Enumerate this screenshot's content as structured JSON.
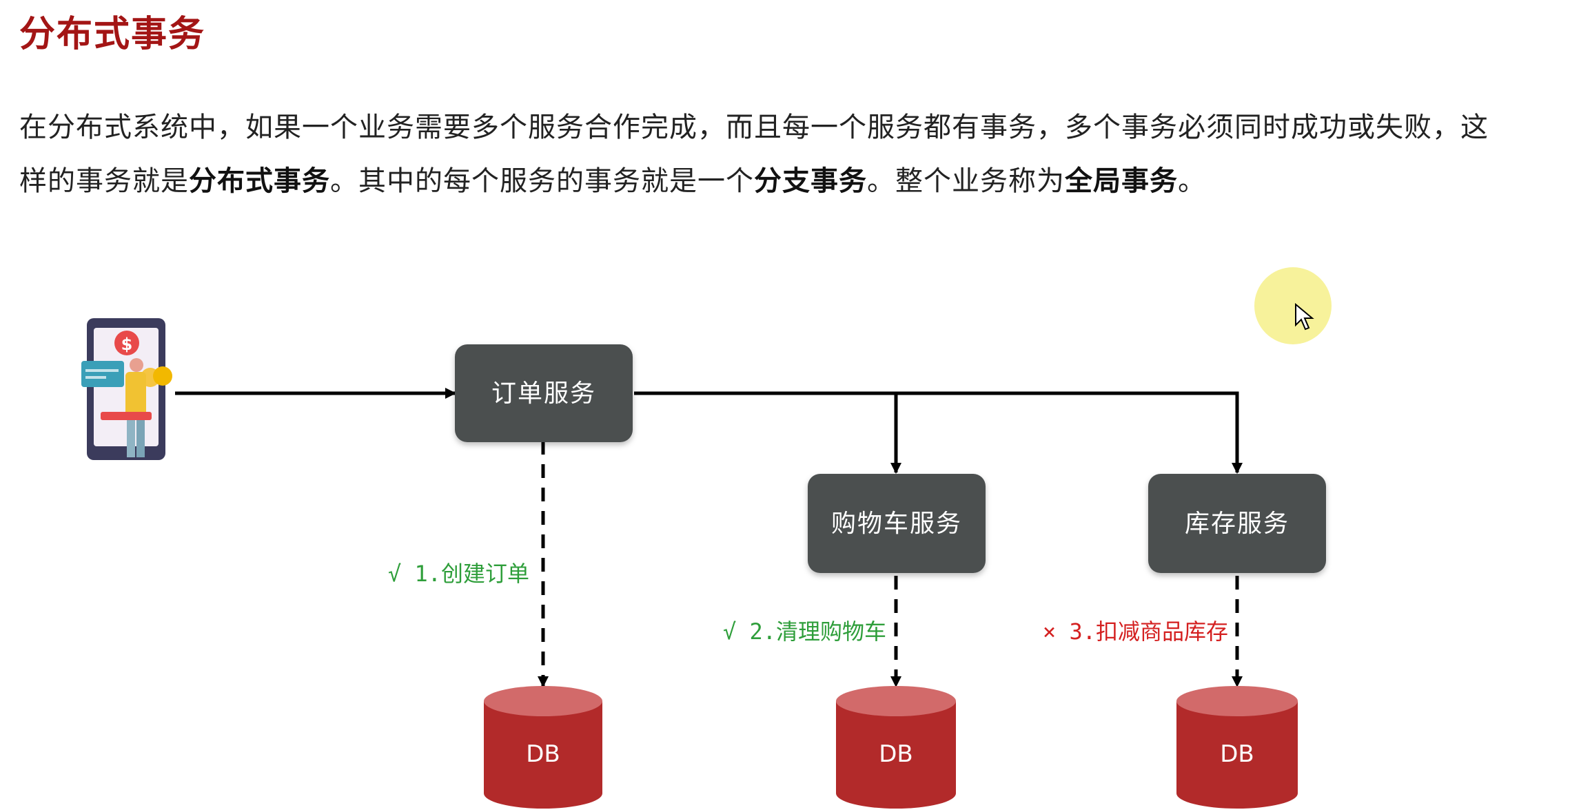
{
  "title": "分布式事务",
  "intro": {
    "line1": "在分布式系统中，如果一个业务需要多个服务合作完成，而且每一个服务都有事务，多个事务必须同时成功或失败，这",
    "line2_a": "样的事务就是",
    "term_distributed": "分布式事务",
    "line2_b": "。其中的每个服务的事务就是一个",
    "term_branch": "分支事务",
    "line2_c": "。整个业务称为",
    "term_global": "全局事务",
    "line2_d": "。"
  },
  "diagram": {
    "services": {
      "order": "订单服务",
      "cart": "购物车服务",
      "stock": "库存服务"
    },
    "steps": {
      "order": "√ 1.创建订单",
      "cart": "√ 2.清理购物车",
      "stock": "× 3.扣减商品库存"
    },
    "db_label": "DB",
    "client_icon": "mobile-payment-icon",
    "colors": {
      "service_box": "#4b4f50",
      "db": "#b22a2a",
      "db_top": "#d26a6a",
      "success": "#2e9e3a",
      "failure": "#d42020",
      "title": "#a31515"
    }
  }
}
